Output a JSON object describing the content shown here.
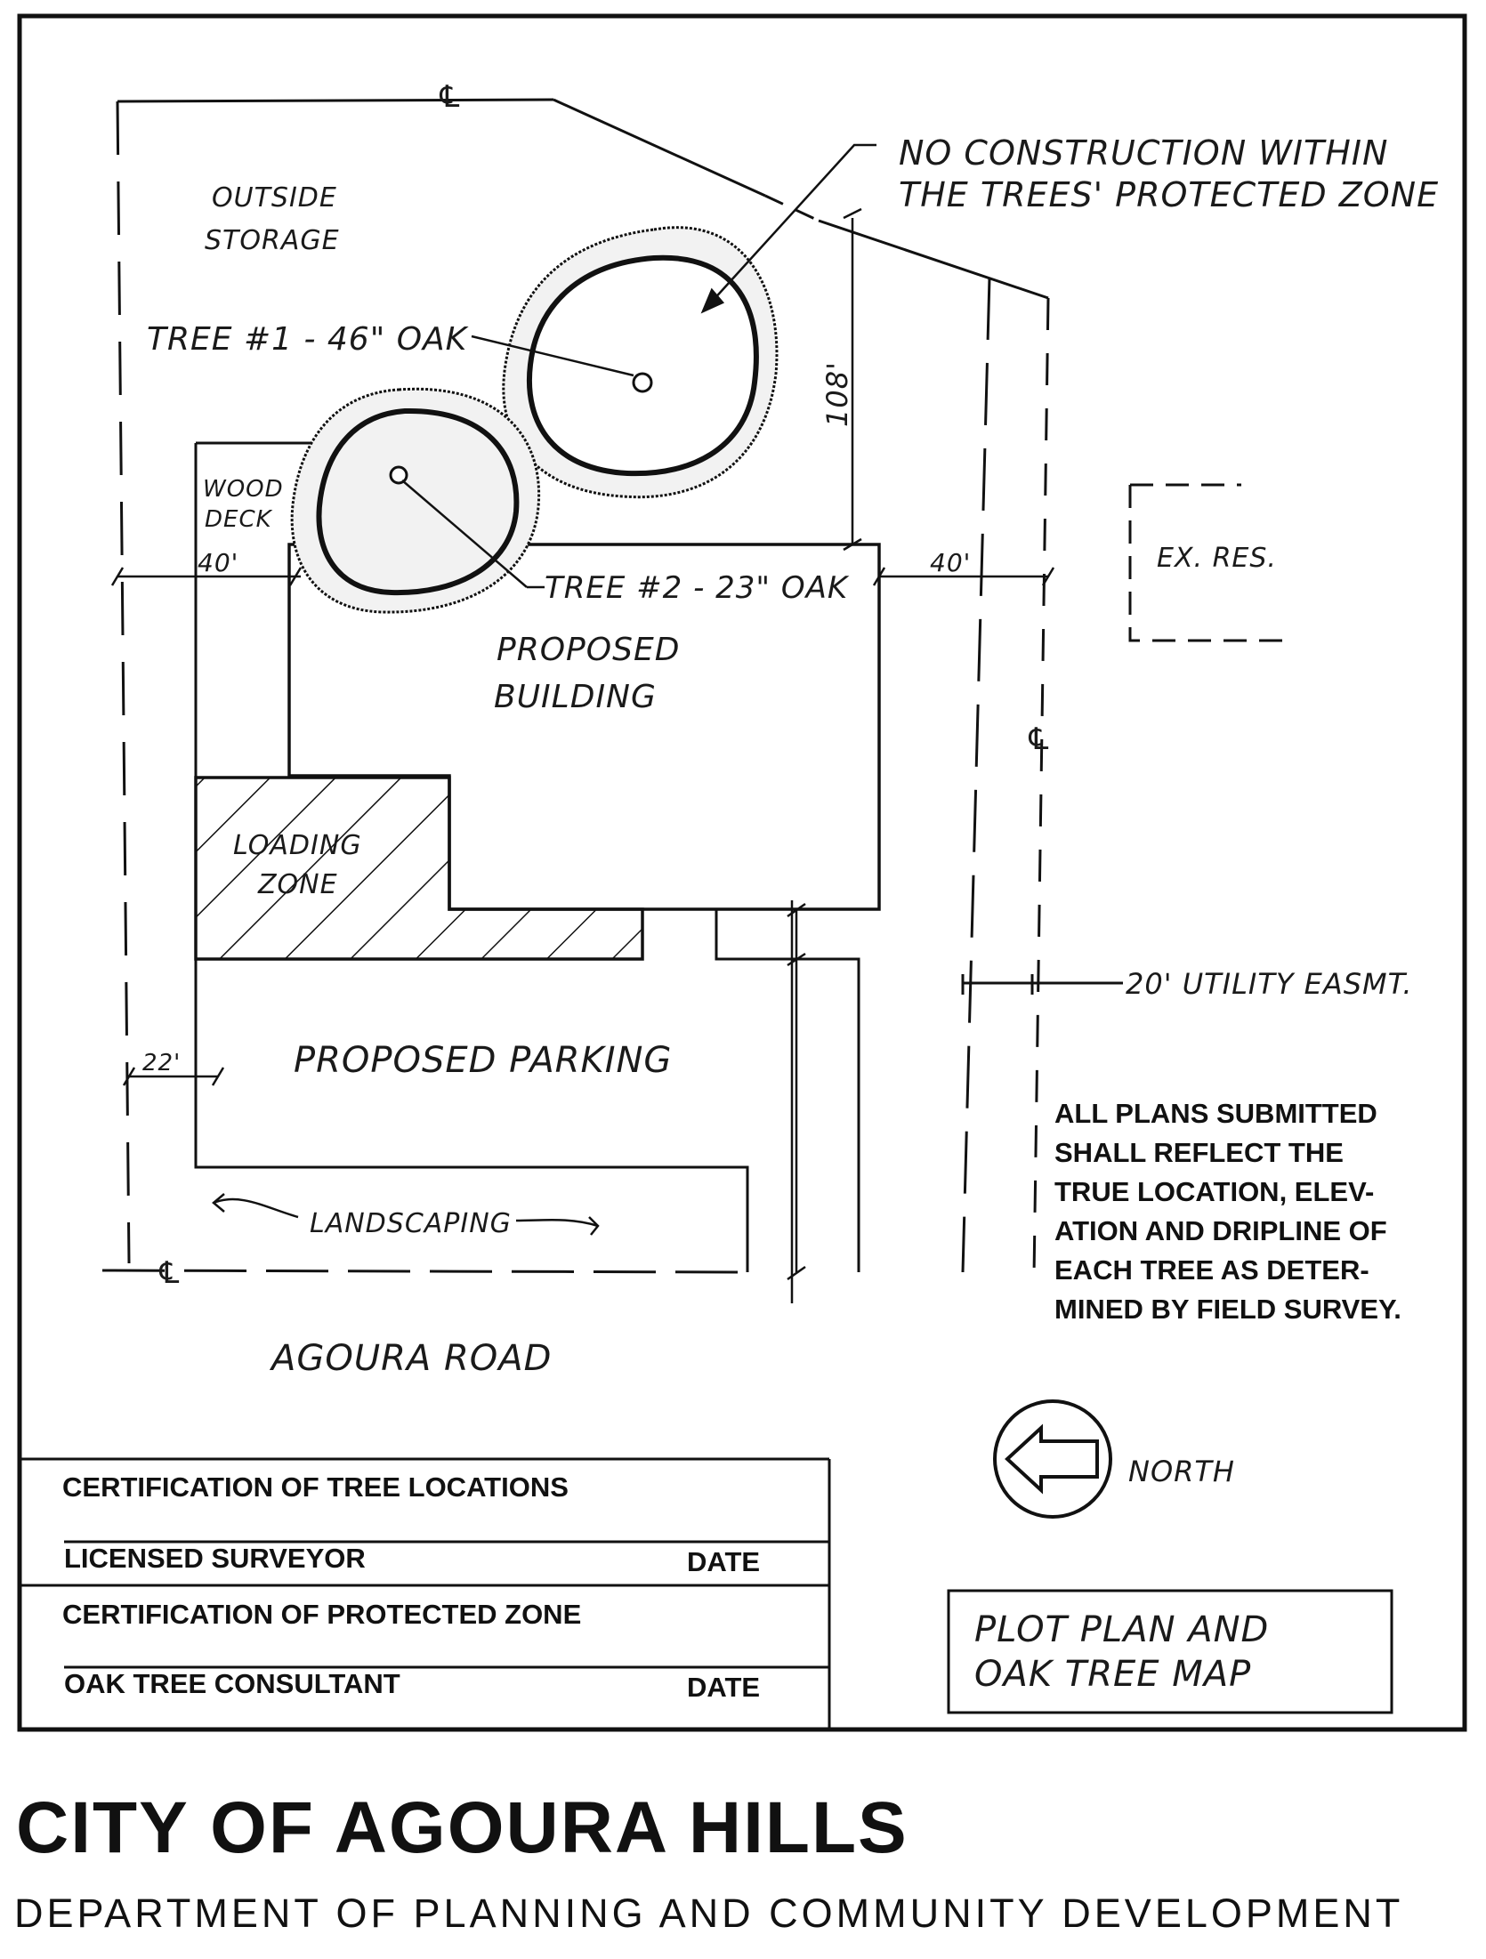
{
  "labels": {
    "property_line_mark": "℄",
    "outside_storage_1": "OUTSIDE",
    "outside_storage_2": "STORAGE",
    "no_construction_1": "NO CONSTRUCTION WITHIN",
    "no_construction_2": "THE TREES' PROTECTED ZONE",
    "tree1": "TREE #1 - 46\" OAK",
    "tree2": "TREE #2 - 23\" OAK",
    "dim_108": "108'",
    "wood_deck_1": "WOOD",
    "wood_deck_2": "DECK",
    "dim_40_left": "40'",
    "dim_40_right": "40'",
    "ex_res": "EX. RES.",
    "proposed_building_1": "PROPOSED",
    "proposed_building_2": "BUILDING",
    "loading_zone_1": "LOADING",
    "loading_zone_2": "ZONE",
    "utility_easement": "20' UTILITY EASMT.",
    "dim_22": "22'",
    "proposed_parking": "PROPOSED PARKING",
    "landscaping": "LANDSCAPING",
    "agoura_road": "AGOURA ROAD",
    "north": "NORTH"
  },
  "note": [
    "ALL PLANS SUBMITTED",
    "SHALL REFLECT THE",
    "TRUE LOCATION, ELEV-",
    "ATION AND DRIPLINE OF",
    "EACH TREE AS DETER-",
    "MINED BY FIELD SURVEY."
  ],
  "cert": {
    "tree_locations": "CERTIFICATION OF TREE LOCATIONS",
    "licensed_surveyor": "LICENSED SURVEYOR",
    "date1": "DATE",
    "protected_zone": "CERTIFICATION OF PROTECTED ZONE",
    "oak_consultant": "OAK TREE CONSULTANT",
    "date2": "DATE"
  },
  "plan_title": {
    "line1": "PLOT PLAN AND",
    "line2": "OAK TREE MAP"
  },
  "footer": {
    "city": "CITY OF AGOURA HILLS",
    "department": "DEPARTMENT OF PLANNING AND COMMUNITY DEVELOPMENT"
  }
}
